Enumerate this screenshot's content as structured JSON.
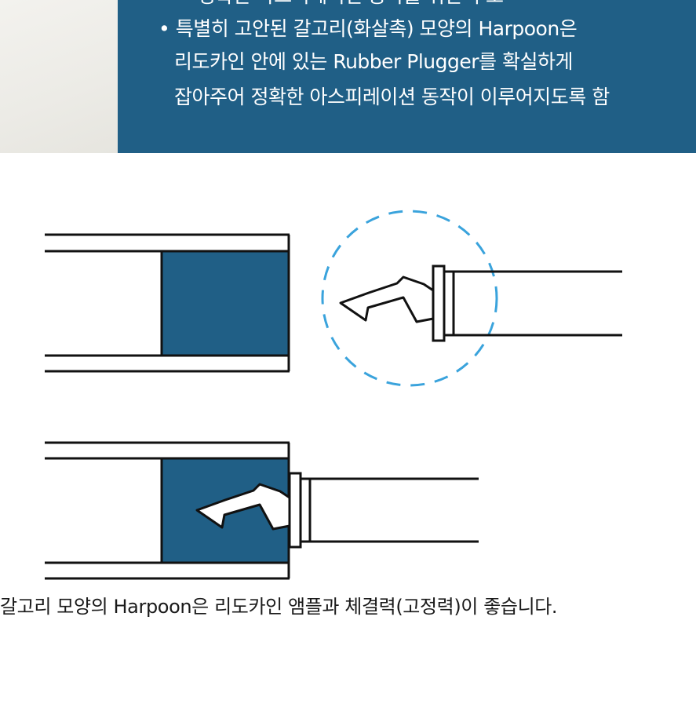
{
  "info_panel": {
    "top_line_partial": "• 정확한 아스피레이션 동작을 위한 구조",
    "bullet": "•",
    "line_1": "특별히 고안된 갈고리(화살촉) 모양의 Harpoon은",
    "line_2": "리도카인 안에 있는 Rubber Plugger를 확실하게",
    "line_3": "잡아주어 정확한 아스피레이션 동작이 이루어지도록 함"
  },
  "caption": "갈고리 모양의 Harpoon은 리도카인 앰플과 체결력(고정력)이 좋습니다.",
  "colors": {
    "panel_background": "#205f86",
    "plugger_fill": "#205f86",
    "highlight_circle": "#3aa3dc",
    "outline": "#111111",
    "text_light": "#ffffff",
    "text_dark": "#1a1a1a"
  },
  "icons": {
    "harpoon": "harpoon-arrowhead-icon",
    "highlight": "dashed-circle-highlight"
  }
}
